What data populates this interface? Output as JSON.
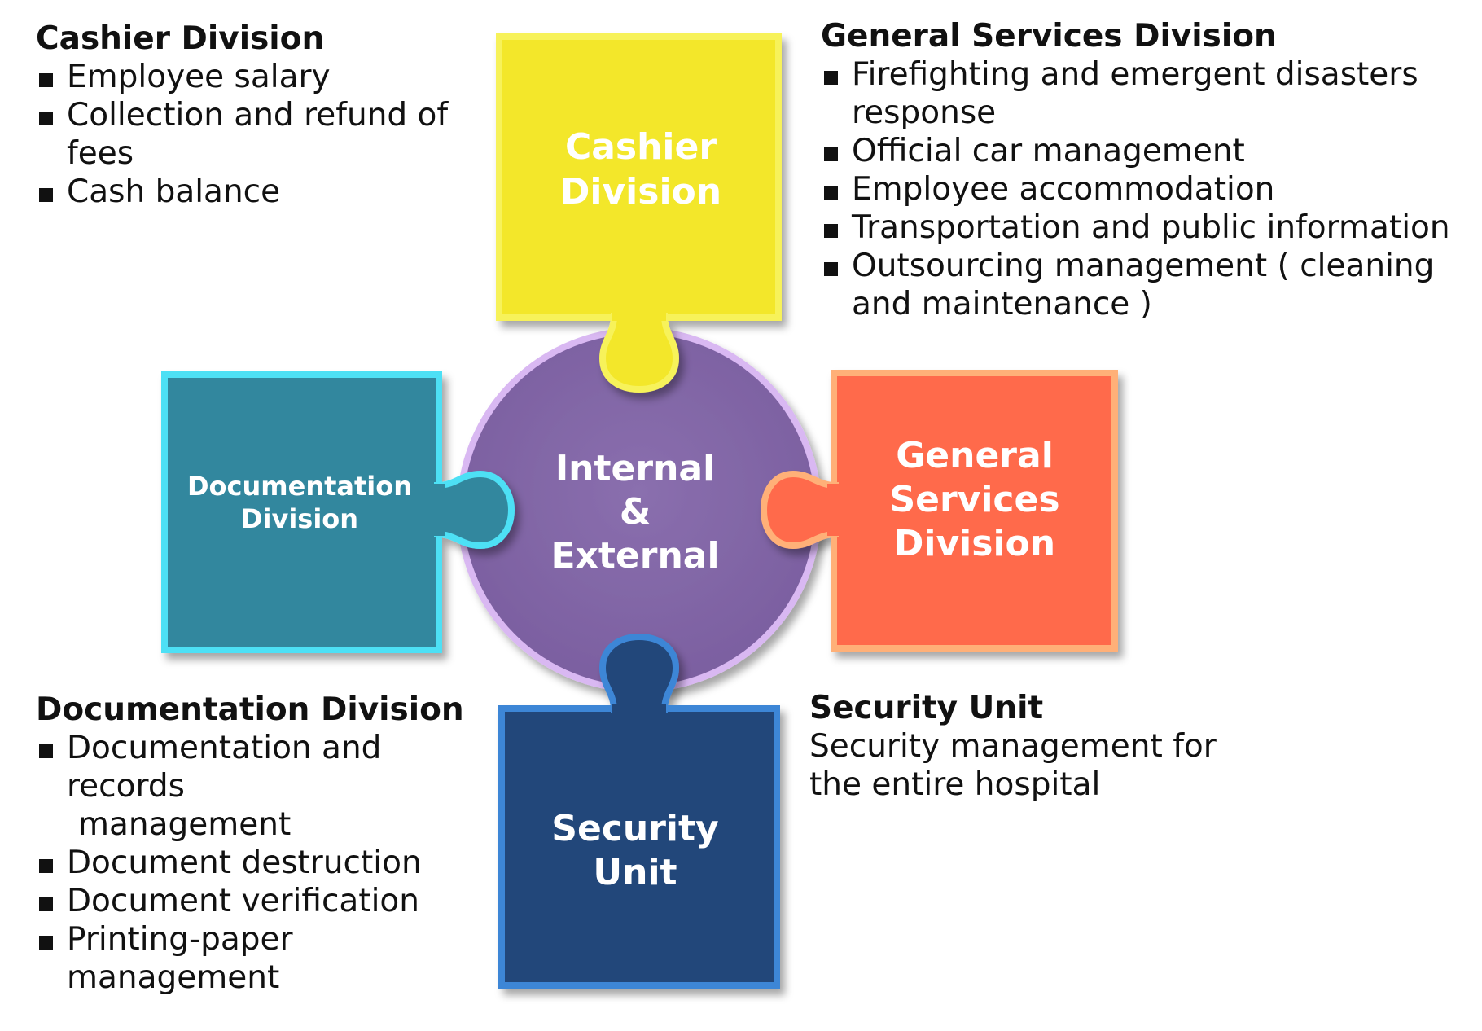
{
  "center": {
    "line1": "Internal",
    "line2": "&",
    "line3": "External"
  },
  "pieces": {
    "cashier": {
      "line1": "Cashier",
      "line2": "Division"
    },
    "general": {
      "line1": "General",
      "line2": "Services",
      "line3": "Division"
    },
    "documentation": {
      "line1": "Documentation",
      "line2": "Division"
    },
    "security": {
      "line1": "Security",
      "line2": "Unit"
    }
  },
  "descriptions": {
    "cashier": {
      "title": "Cashier Division",
      "items": [
        "Employee salary",
        "Collection and refund of",
        "fees",
        "Cash balance"
      ]
    },
    "general": {
      "title": "General Services Division",
      "items": [
        "Firefighting and emergent disasters",
        "response",
        "Official car management",
        "Employee accommodation",
        "Transportation and public information",
        "Outsourcing management ( cleaning",
        "and maintenance )"
      ]
    },
    "documentation": {
      "title": "Documentation Division",
      "items": [
        "Documentation and",
        "records",
        "management",
        "Document destruction",
        "Document verification",
        "Printing-paper",
        "management"
      ]
    },
    "security": {
      "title": "Security Unit",
      "lines": [
        "Security management for",
        "the entire hospital"
      ]
    }
  },
  "colors": {
    "cashier": "#F3E72B",
    "general": "#FF6B4C",
    "documentation": "#33879E",
    "security": "#21477A",
    "center": "#8065A3"
  }
}
